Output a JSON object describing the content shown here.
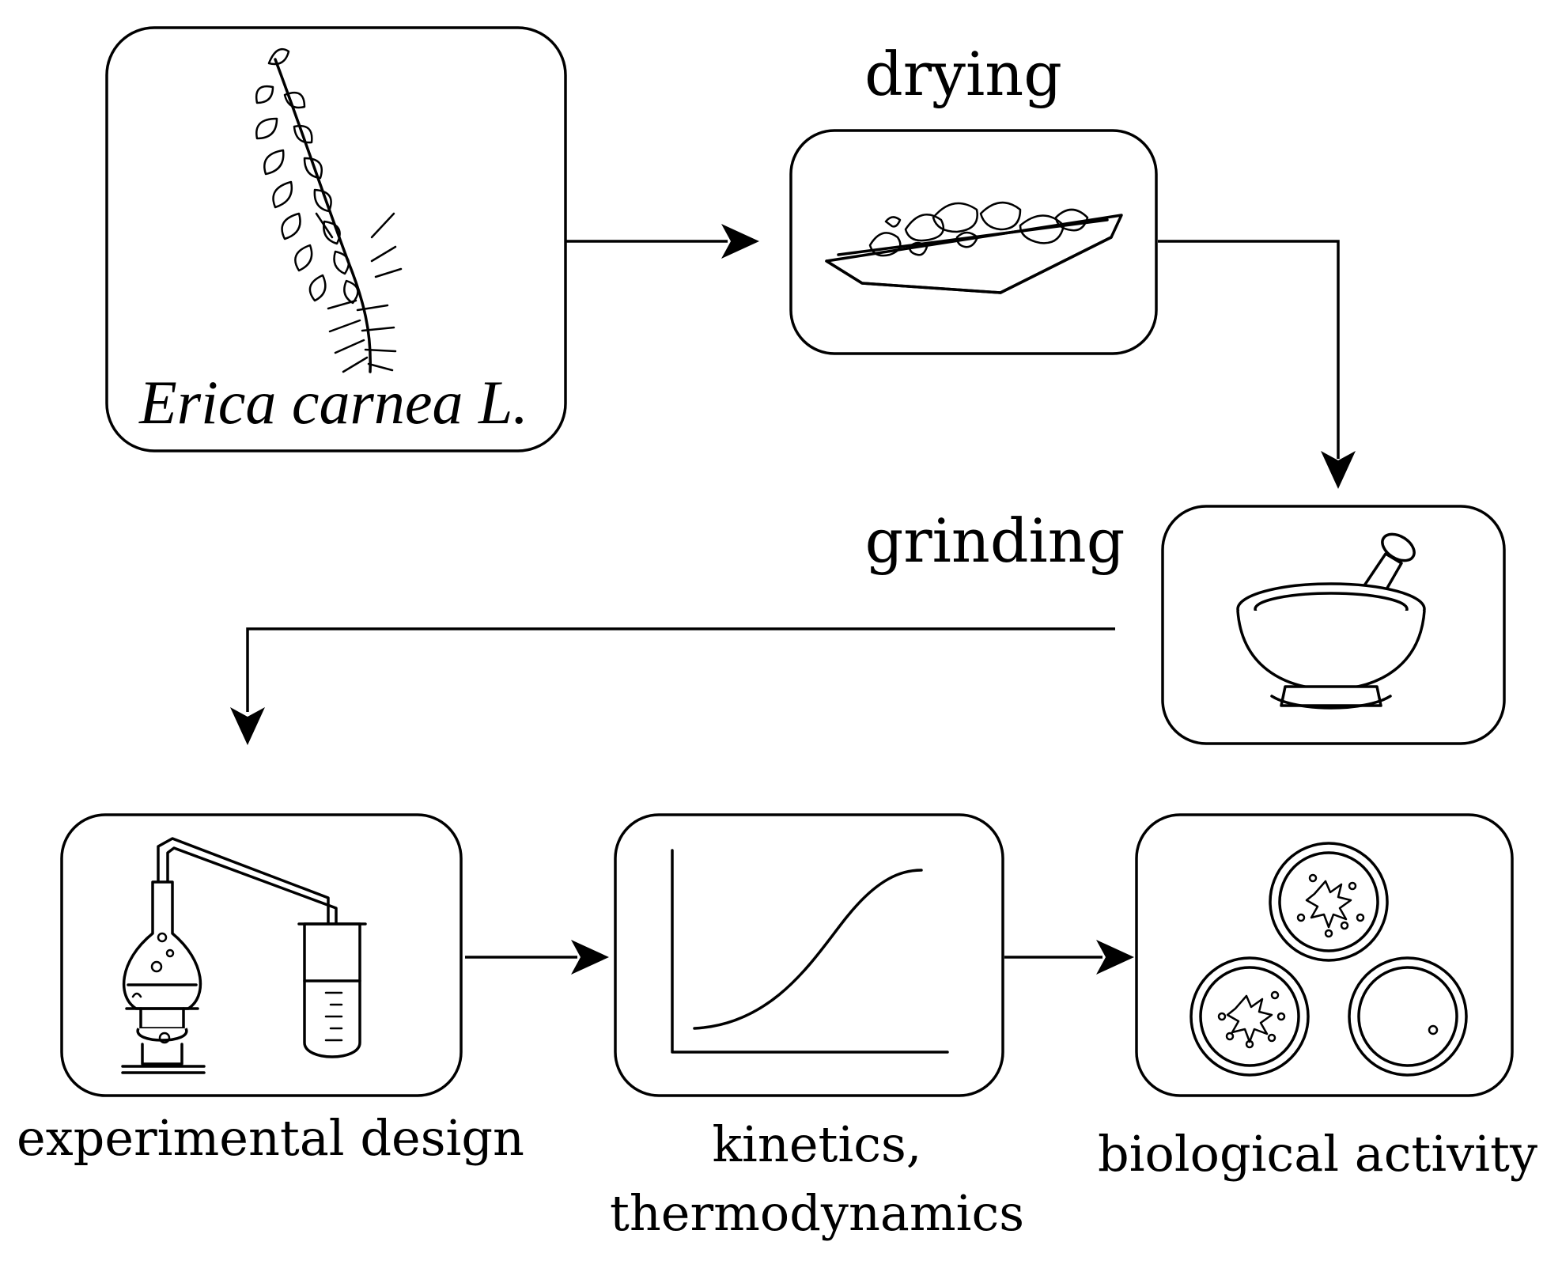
{
  "diagram": {
    "nodes": [
      {
        "id": "plant",
        "label": "Erica carnea L.",
        "icon": "heather-plant-icon"
      },
      {
        "id": "drying",
        "label": "drying",
        "icon": "drying-tray-icon"
      },
      {
        "id": "grinding",
        "label": "grinding",
        "icon": "mortar-pestle-icon"
      },
      {
        "id": "experimental-design",
        "label": "experimental design",
        "icon": "distillation-apparatus-icon"
      },
      {
        "id": "kinetics",
        "label_line1": "kinetics,",
        "label_line2": "thermodynamics",
        "icon": "sigmoid-curve-icon"
      },
      {
        "id": "biological-activity",
        "label": "biological activity",
        "icon": "petri-dishes-icon"
      }
    ],
    "edges": [
      {
        "from": "plant",
        "to": "drying"
      },
      {
        "from": "drying",
        "to": "grinding"
      },
      {
        "from": "grinding",
        "to": "experimental-design"
      },
      {
        "from": "experimental-design",
        "to": "kinetics"
      },
      {
        "from": "kinetics",
        "to": "biological-activity"
      }
    ]
  }
}
